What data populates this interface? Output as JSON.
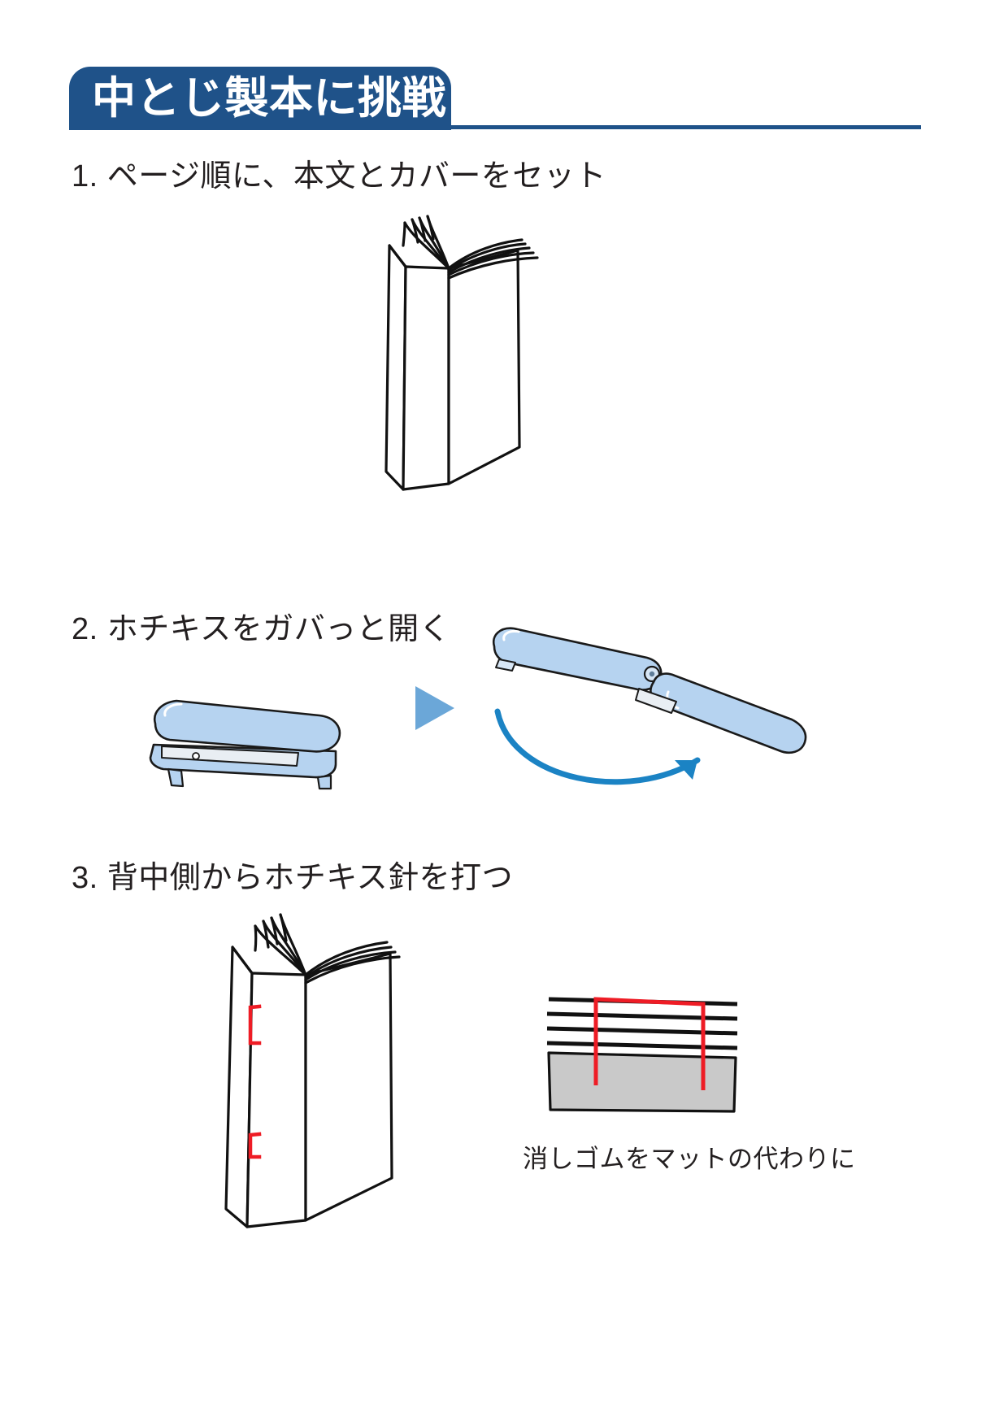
{
  "document": {
    "title": "中とじ製本に挑戦",
    "title_color": "#1f5289",
    "background_color": "#ffffff",
    "text_color": "#231f20"
  },
  "steps": [
    {
      "number": "1.",
      "heading": "1. ページ順に、本文とカバーをセット",
      "illustration": "open-book-standing"
    },
    {
      "number": "2.",
      "heading": "2. ホチキスをガバっと開く",
      "illustration": "stapler-closed-to-open",
      "arrow": "triangle-right",
      "rotation_arrow": "curved-arrow-blue"
    },
    {
      "number": "3.",
      "heading": "3. 背中側からホチキス針を打つ",
      "illustration": "book-with-staples",
      "caption": "消しゴムをマットの代わりに"
    }
  ],
  "colors": {
    "banner_blue": "#1f5289",
    "stapler_blue": "#b6d3f0",
    "stapler_blue_dark": "#9cc0e6",
    "arrow_blue": "#6ba7d8",
    "curved_arrow_blue": "#1b83c4",
    "staple_red": "#ee1c25",
    "eraser_gray": "#c9c9c9",
    "line_black": "#111111"
  }
}
